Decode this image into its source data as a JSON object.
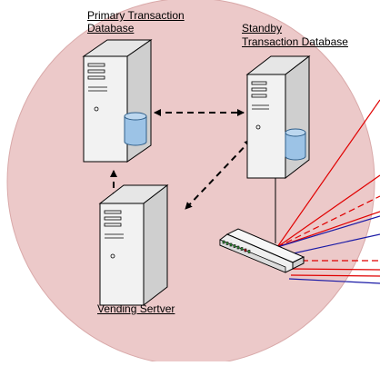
{
  "labels": {
    "primary_db_line1": "Primary Transaction",
    "primary_db_line2": "Database",
    "standby_db_line1": "Standby",
    "standby_db_line2": "Transaction Database",
    "vending_server": "Vending Sertver"
  },
  "colors": {
    "zone_fill": "#ecc9c9",
    "server_body": "#f2f2f2",
    "server_shade": "#cfcfcf",
    "cylinder": "#9cc3e6",
    "cylinder_edge": "#2f5f8a",
    "switch_body": "#efefef",
    "red_link": "#e00000",
    "blue_link": "#1a1aa6",
    "arrow": "#000000"
  },
  "icons": {
    "primary_server": "server-with-database-icon",
    "standby_server": "server-with-database-icon",
    "vending_server": "server-icon",
    "switch": "network-switch-icon"
  }
}
